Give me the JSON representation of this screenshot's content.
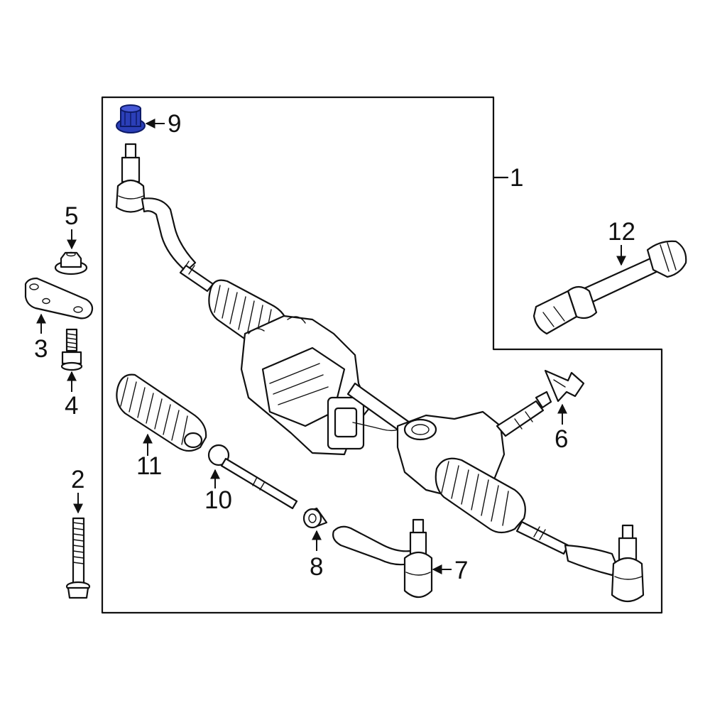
{
  "diagram": {
    "highlight_color": "#2b3fb8",
    "line_color": "#111111",
    "background": "#ffffff",
    "callouts": {
      "c1": "1",
      "c2": "2",
      "c3": "3",
      "c4": "4",
      "c5": "5",
      "c6": "6",
      "c7": "7",
      "c8": "8",
      "c9": "9",
      "c10": "10",
      "c11": "11",
      "c12": "12"
    },
    "highlighted_part": "9"
  }
}
